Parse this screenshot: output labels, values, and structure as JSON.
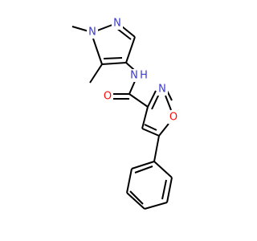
{
  "molecule": {
    "colors": {
      "nitrogen": "#3b3bcc",
      "oxygen": "#ff0d0d",
      "carbon": "#000000",
      "background": "#ffffff"
    },
    "labels": {
      "pyrazole_n1": "N",
      "pyrazole_n2": "N",
      "amide_n": "N",
      "amide_h": "H",
      "carbonyl_o": "O",
      "isoxazole_n": "N",
      "isoxazole_o": "O"
    }
  }
}
